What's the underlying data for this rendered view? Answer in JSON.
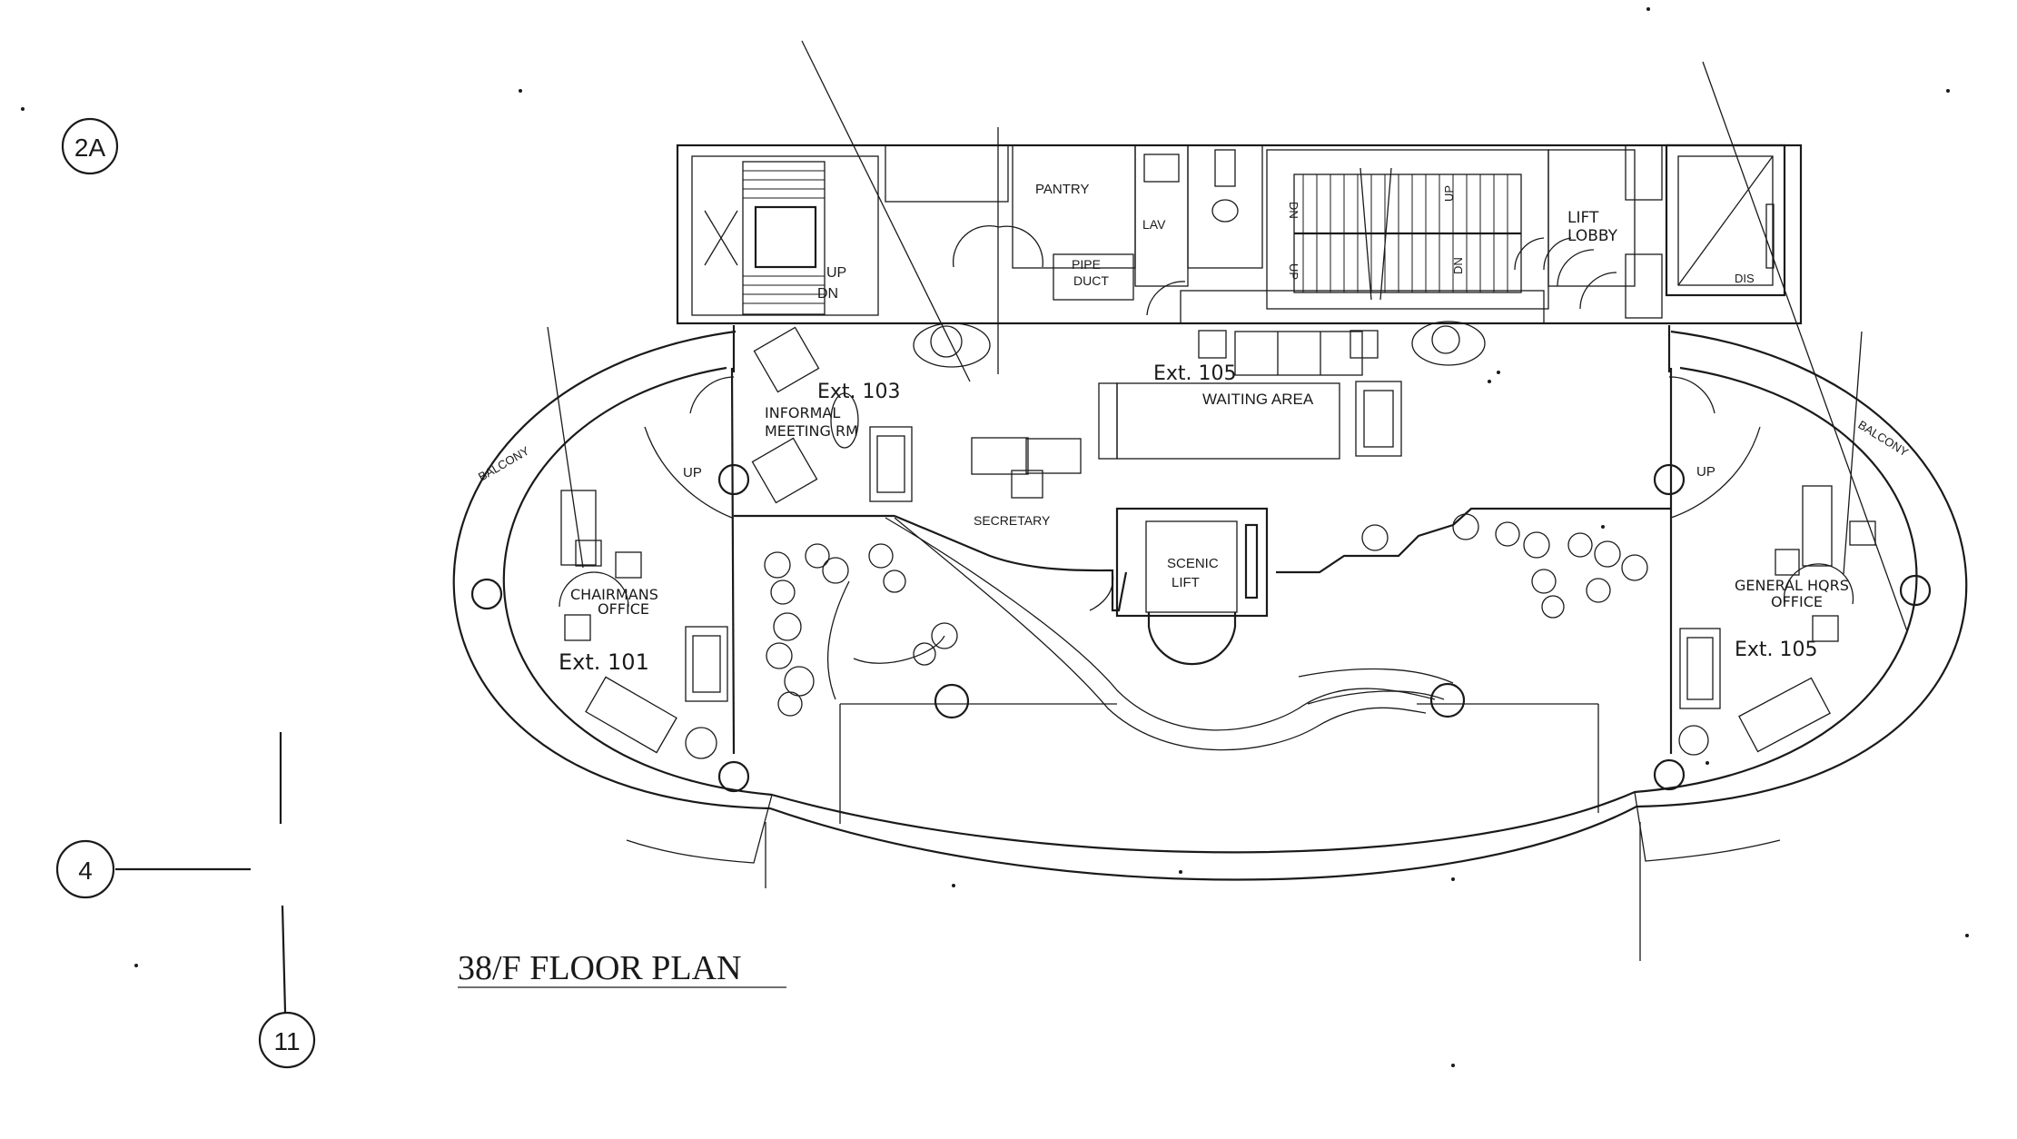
{
  "drawing": {
    "title": "38/F FLOOR PLAN",
    "ref_markers": {
      "top": "2A",
      "left": "4",
      "bottom": "11"
    }
  },
  "rooms": {
    "pantry": "PANTRY",
    "pipe_duct_1": "PIPE",
    "pipe_duct_2": "DUCT",
    "lav": "LAV",
    "lift_lobby_1": "LIFT",
    "lift_lobby_2": "LOBBY",
    "dis": "DIS",
    "informal_meeting_1": "INFORMAL",
    "informal_meeting_2": "MEETING RM",
    "waiting_area": "WAITING AREA",
    "secretary": "SECRETARY",
    "scenic_lift_1": "SCENIC",
    "scenic_lift_2": "LIFT",
    "chairman_1": "CHAIRMANS",
    "chairman_2": "OFFICE",
    "general_1": "GENERAL HQRS",
    "general_2": "OFFICE",
    "balcony_left": "BALCONY",
    "balcony_right": "BALCONY"
  },
  "stairs": {
    "left_up": "UP",
    "left_dn": "DN",
    "mid_dn_1": "DN",
    "mid_up_1": "UP",
    "mid_up_2": "UP",
    "mid_dn_2": "DN",
    "office_up_left": "UP",
    "office_up_right": "UP"
  },
  "extensions": {
    "meeting": "Ext. 103",
    "waiting": "Ext. 105",
    "chairman": "Ext. 101",
    "general": "Ext. 105"
  }
}
